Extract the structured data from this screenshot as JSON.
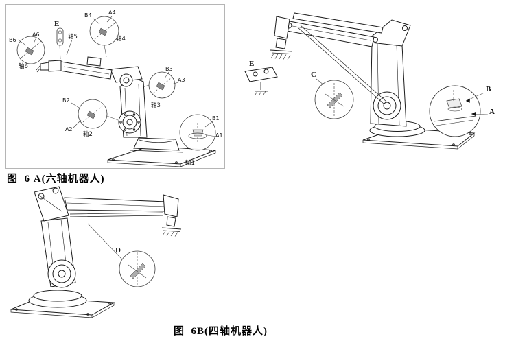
{
  "style": {
    "page_bg": "#ffffff",
    "ink": "#1a1a1a",
    "border": "#b5b5b5"
  },
  "captions": {
    "fig_a": "图  6 A(六轴机器人)",
    "fig_b": "图  6B(四轴机器人)"
  },
  "fig_six_axis": {
    "panel_labels": {
      "b6": "B6",
      "a6": "A6",
      "axis6": "轴6",
      "e": "E",
      "axis5": "轴5",
      "b4": "B4",
      "a4": "A4",
      "axis4": "轴4",
      "b3": "B3",
      "a3": "A3",
      "axis3": "轴3",
      "b2": "B2",
      "a2": "A2",
      "axis2": "轴2",
      "b1": "B1",
      "a1": "A1",
      "axis1": "轴1"
    },
    "right_labels": {
      "e": "E",
      "c": "C",
      "b": "B",
      "a": "A"
    }
  },
  "fig_four_axis": {
    "labels": {
      "d": "D"
    }
  }
}
